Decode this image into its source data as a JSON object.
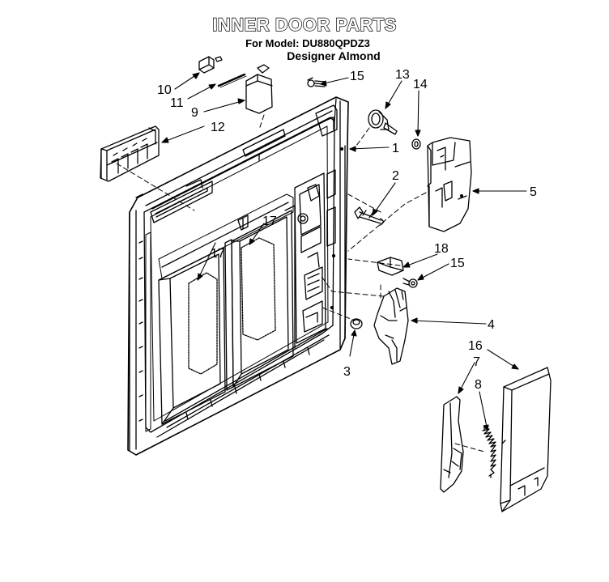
{
  "header": {
    "title": "INNER DOOR PARTS",
    "model_line": "For Model: DU880QPDZ3",
    "color_line": "Designer Almond"
  },
  "callouts": {
    "c1": "1",
    "c2": "2",
    "c3": "3",
    "c4": "4",
    "c5": "5",
    "c7": "7",
    "c8": "8",
    "c9": "9",
    "c10": "10",
    "c11": "11",
    "c12": "12",
    "c13": "13",
    "c14": "14",
    "c15a": "15",
    "c15b": "15",
    "c16": "16",
    "c17a": "17",
    "c17b": "17",
    "c18": "18"
  }
}
